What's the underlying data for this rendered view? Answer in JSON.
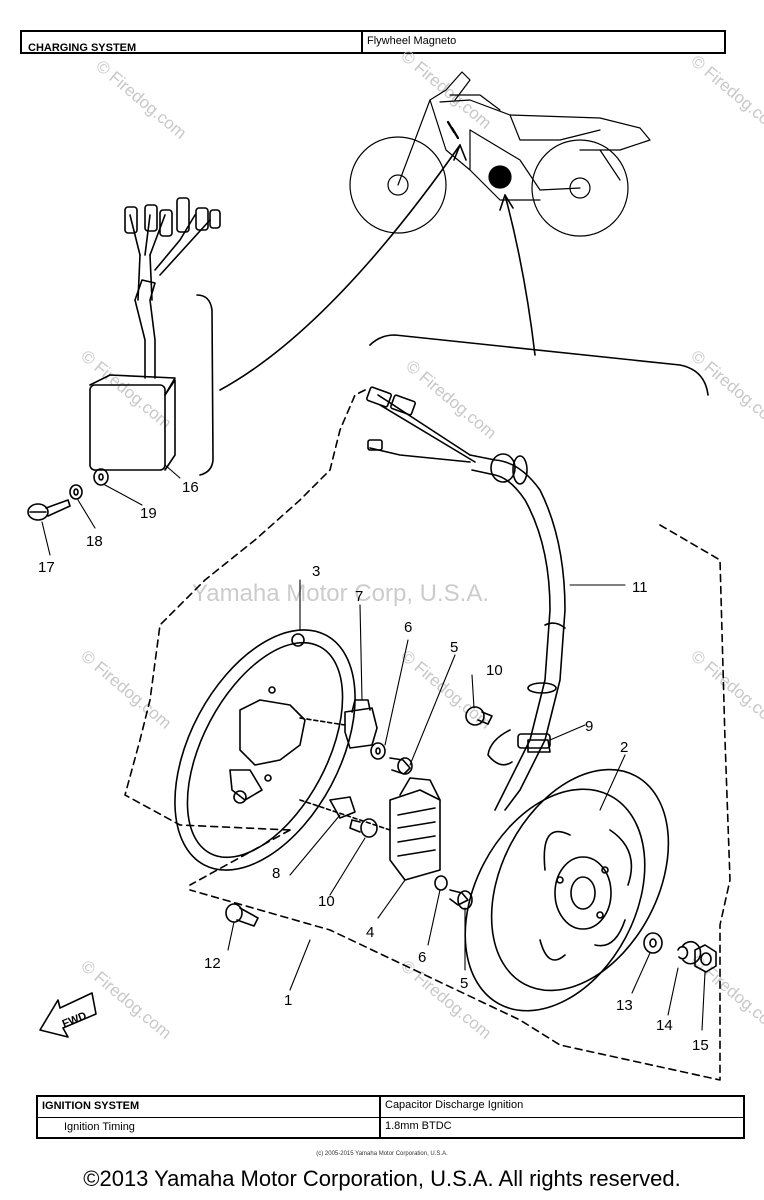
{
  "header": {
    "system_label": "CHARGING SYSTEM",
    "system_value": "Flywheel Magneto"
  },
  "watermarks": {
    "main": "Yamaha Motor Corp, U.S.A.",
    "tile": "© Firedog.com"
  },
  "callouts": [
    "1",
    "2",
    "3",
    "4",
    "5",
    "5",
    "6",
    "6",
    "7",
    "8",
    "9",
    "10",
    "10",
    "11",
    "12",
    "13",
    "14",
    "15",
    "16",
    "17",
    "18",
    "19"
  ],
  "arrow_label": "FWD",
  "specs": {
    "ignition_system_label": "IGNITION SYSTEM",
    "ignition_system_value": "Capacitor Discharge Ignition",
    "ignition_timing_label": "Ignition Timing",
    "ignition_timing_value": "1.8mm BTDC"
  },
  "footer": {
    "small": "(c) 2005-2015 Yamaha Motor Corporation, U.S.A.",
    "main": "©2013 Yamaha Motor Corporation, U.S.A. All rights reserved."
  }
}
